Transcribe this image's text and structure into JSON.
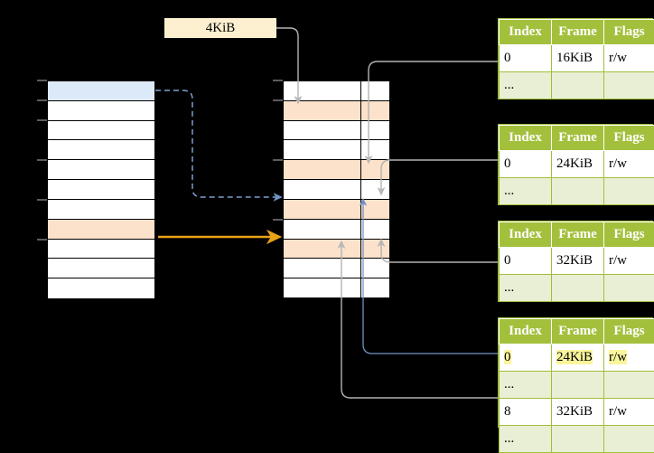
{
  "diagram": {
    "title": "multi-level page table address translation",
    "callout": {
      "label": "4KiB"
    },
    "colors": {
      "header_green": "#a3c03c",
      "row_alt_green": "#e9efd4",
      "highlight_yellow": "#fbf59b",
      "peach": "#fce2ca",
      "blue_row": "#dce9f9",
      "orange_arrow": "#e8a317",
      "blue_arrow": "#6f93c6",
      "gray_wire": "#b3b3b3"
    }
  },
  "left_column": {
    "name": "virtual-address-space",
    "row_count": 11,
    "rows": [
      {
        "fill": "blue"
      },
      {
        "fill": "white"
      },
      {
        "fill": "white"
      },
      {
        "fill": "white"
      },
      {
        "fill": "white"
      },
      {
        "fill": "white"
      },
      {
        "fill": "white"
      },
      {
        "fill": "peach"
      },
      {
        "fill": "white"
      },
      {
        "fill": "white"
      },
      {
        "fill": "white"
      }
    ]
  },
  "middle_column": {
    "name": "physical-memory",
    "row_count": 11,
    "rows": [
      {
        "fill": "white"
      },
      {
        "fill": "peach"
      },
      {
        "fill": "white"
      },
      {
        "fill": "white"
      },
      {
        "fill": "peach"
      },
      {
        "fill": "white"
      },
      {
        "fill": "peach"
      },
      {
        "fill": "white"
      },
      {
        "fill": "peach"
      },
      {
        "fill": "white"
      },
      {
        "fill": "white"
      }
    ]
  },
  "page_tables": [
    {
      "name": "page-table-level-1",
      "headers": [
        "Index",
        "Frame",
        "Flags"
      ],
      "rows": [
        {
          "cells": [
            "0",
            "16KiB",
            "r/w"
          ],
          "style": "normal",
          "highlight": [
            false,
            false,
            false
          ]
        },
        {
          "cells": [
            "...",
            "",
            ""
          ],
          "style": "ellipsis",
          "highlight": [
            false,
            false,
            false
          ]
        }
      ]
    },
    {
      "name": "page-table-level-2",
      "headers": [
        "Index",
        "Frame",
        "Flags"
      ],
      "rows": [
        {
          "cells": [
            "0",
            "24KiB",
            "r/w"
          ],
          "style": "normal",
          "highlight": [
            false,
            false,
            false
          ]
        },
        {
          "cells": [
            "...",
            "",
            ""
          ],
          "style": "ellipsis",
          "highlight": [
            false,
            false,
            false
          ]
        }
      ]
    },
    {
      "name": "page-table-level-3",
      "headers": [
        "Index",
        "Frame",
        "Flags"
      ],
      "rows": [
        {
          "cells": [
            "0",
            "32KiB",
            "r/w"
          ],
          "style": "normal",
          "highlight": [
            false,
            false,
            false
          ]
        },
        {
          "cells": [
            "...",
            "",
            ""
          ],
          "style": "ellipsis",
          "highlight": [
            false,
            false,
            false
          ]
        }
      ]
    },
    {
      "name": "page-table-level-4",
      "headers": [
        "Index",
        "Frame",
        "Flags"
      ],
      "rows": [
        {
          "cells": [
            "0",
            "24KiB",
            "r/w"
          ],
          "style": "normal",
          "highlight": [
            true,
            true,
            true
          ]
        },
        {
          "cells": [
            "...",
            "",
            ""
          ],
          "style": "ellipsis",
          "highlight": [
            false,
            false,
            false
          ]
        },
        {
          "cells": [
            "8",
            "32KiB",
            "r/w"
          ],
          "style": "normal",
          "highlight": [
            false,
            false,
            false
          ]
        },
        {
          "cells": [
            "...",
            "",
            ""
          ],
          "style": "ellipsis",
          "highlight": [
            false,
            false,
            false
          ]
        }
      ]
    }
  ],
  "connectors": [
    {
      "name": "wire-virtual-to-physical-dashed",
      "kind": "dashed-blue",
      "from": "left-row-1",
      "to": "middle-row-7"
    },
    {
      "name": "wire-virtual-to-physical-solid",
      "kind": "solid-orange",
      "from": "left-row-8",
      "to": "middle-row-9"
    },
    {
      "name": "wire-callout-to-middle-row-2",
      "kind": "gray",
      "from": "callout-4kib",
      "to": "middle-row-2"
    },
    {
      "name": "wire-table1-to-middle-row-5",
      "kind": "gray",
      "from": "page-table-1-row-0",
      "to": "middle-row-5"
    },
    {
      "name": "wire-table2-to-middle-row-7",
      "kind": "gray",
      "from": "page-table-2-row-0",
      "to": "middle-row-7"
    },
    {
      "name": "wire-table3-to-middle-row-9",
      "kind": "gray",
      "from": "page-table-3-row-0",
      "to": "middle-row-9"
    },
    {
      "name": "wire-table4-row1-to-middle-row-7",
      "kind": "blue",
      "from": "page-table-4-row-0",
      "to": "middle-row-7"
    },
    {
      "name": "wire-table4-row3-to-middle-row-9",
      "kind": "gray",
      "from": "page-table-4-row-2",
      "to": "middle-row-9"
    }
  ]
}
